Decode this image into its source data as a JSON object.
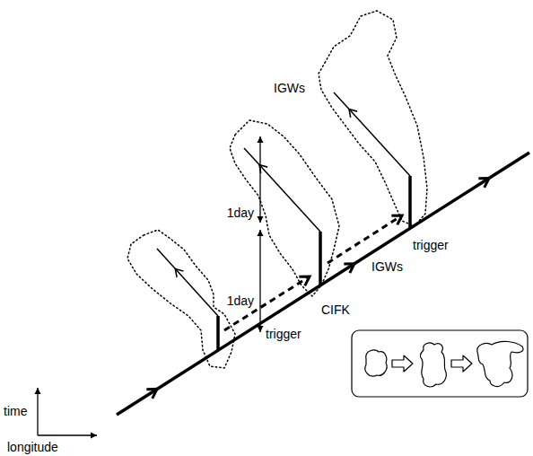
{
  "diagram": {
    "labels": [
      "IGWs",
      "1day",
      "trigger",
      "IGWs",
      "1day",
      "CIFK",
      "trigger",
      "time",
      "longitude"
    ]
  }
}
